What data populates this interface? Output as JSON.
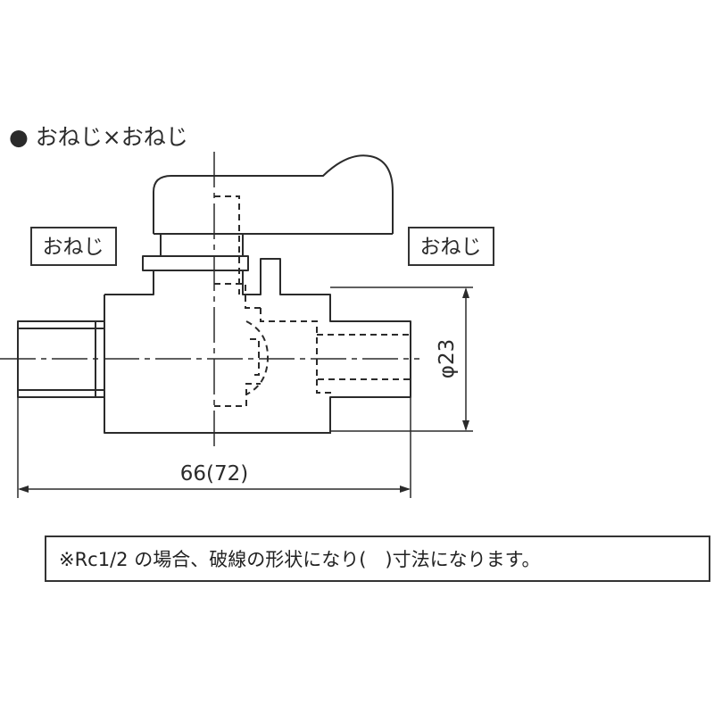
{
  "title": "● おねじ×おねじ",
  "labels": {
    "left_thread": "おねじ",
    "right_thread": "おねじ"
  },
  "dimensions": {
    "length": "66(72)",
    "diameter": "φ23"
  },
  "note": "※Rc1/2 の場合、破線の形状になり(　)寸法になります。",
  "colors": {
    "line": "#2b2b2b",
    "background": "#ffffff"
  }
}
